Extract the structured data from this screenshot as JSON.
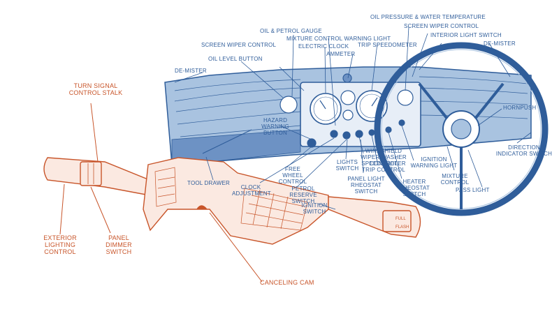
{
  "colors": {
    "dash_blue": "#2f5d9a",
    "dash_light": "#a9c3e0",
    "stalk_orange": "#c8552a",
    "background": "#ffffff"
  },
  "labels": {
    "oil_pressure": "OIL PRESSURE & WATER TEMPERATURE",
    "oil_petrol_gauge": "OIL & PETROL GAUGE",
    "screen_wiper_control_right": "SCREEN WIPER CONTROL",
    "mixture_warning": "MIXTURE CONTROL WARNING LIGHT",
    "screen_wiper_control_left": "SCREEN WIPER CONTROL",
    "interior_light": "INTERIOR LIGHT SWITCH",
    "electric_clock": "ELECTRIC CLOCK",
    "trip_speedometer": "TRIP SPEEDOMETER",
    "de_mister_right": "DE-MISTER",
    "oil_level": "OIL LEVEL BUTTON",
    "ammeter": "AMMETER",
    "de_mister_left": "DE-MISTER",
    "hornpush": "HORNPUSH",
    "hazard": "HAZARD WARNING BUTTON",
    "direction_indicator": "DIRECTION INDICATOR SWITCH",
    "windshield_wiper": "WINDSHIELD WIPER/WASHER CONTROL",
    "speedometer_trip": "SPEEDOMETER TRIP CONTROL",
    "ignition_warning": "IGNITION WARNING LIGHT",
    "tool_drawer": "TOOL DRAWER",
    "free_wheel": "FREE WHEEL CONTROL",
    "lights_switch": "LIGHTS SWITCH",
    "mixture_control": "MIXTURE CONTROL",
    "clock_adjustment": "CLOCK ADJUSTMENT",
    "petrol_reserve": "PETROL RESERVE SWITCH",
    "panel_light_rheostat": "PANEL LIGHT RHEOSTAT SWITCH",
    "heater_rheostat": "HEATER RHEOSTAT SWITCH",
    "pass_light": "PASS LIGHT",
    "ignition_switch": "IGNITION SWITCH",
    "turn_signal": "TURN SIGNAL CONTROL STALK",
    "exterior_lighting": "EXTERIOR LIGHTING CONTROL",
    "panel_dimmer": "PANEL DIMMER SWITCH",
    "canceling_cam": "CANCELING CAM",
    "stalk_text_top": "FULL",
    "stalk_text_bottom": "FLASH"
  }
}
